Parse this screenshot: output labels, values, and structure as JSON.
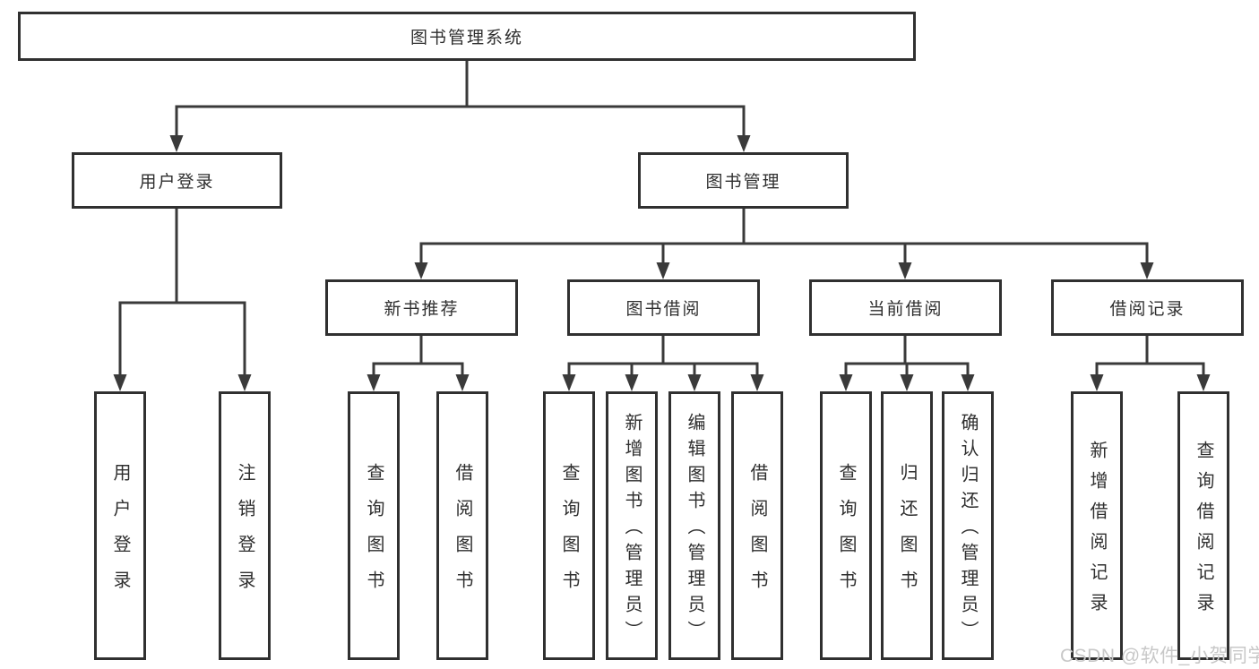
{
  "tree": {
    "label": "图书管理系统",
    "children": [
      {
        "label": "用户登录",
        "children": [
          {
            "label": "用户登录"
          },
          {
            "label": "注销登录"
          }
        ]
      },
      {
        "label": "图书管理",
        "children": [
          {
            "label": "新书推荐",
            "children": [
              {
                "label": "查询图书"
              },
              {
                "label": "借阅图书"
              }
            ]
          },
          {
            "label": "图书借阅",
            "children": [
              {
                "label": "查询图书"
              },
              {
                "label": "新增图书（管理员）"
              },
              {
                "label": "编辑图书（管理员）"
              },
              {
                "label": "借阅图书"
              }
            ]
          },
          {
            "label": "当前借阅",
            "children": [
              {
                "label": "查询图书"
              },
              {
                "label": "归还图书"
              },
              {
                "label": "确认归还（管理员）"
              }
            ]
          },
          {
            "label": "借阅记录",
            "children": [
              {
                "label": "新增借阅记录"
              },
              {
                "label": "查询借阅记录"
              }
            ]
          }
        ]
      }
    ]
  },
  "watermark": {
    "text": "CSDN @软件_小贺同学"
  },
  "colors": {
    "line": "#3a3a3a",
    "box_border": "#303030",
    "text": "#2f2f2f",
    "watermark": "#c8c8c8",
    "background": "#ffffff"
  }
}
